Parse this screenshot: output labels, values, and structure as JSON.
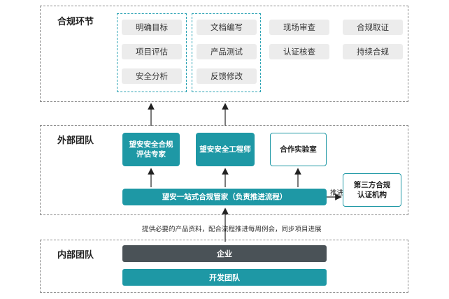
{
  "sections": {
    "compliance": {
      "title": "合规环节"
    },
    "external": {
      "title": "外部团队"
    },
    "internal": {
      "title": "内部团队"
    }
  },
  "compliance_steps": {
    "group1": [
      "明确目标",
      "项目评估",
      "安全分析"
    ],
    "group2": [
      "文档编写",
      "产品测试",
      "反馈修改"
    ],
    "col3": [
      "现场审查",
      "认证核查"
    ],
    "col4": [
      "合规取证",
      "持续合规"
    ]
  },
  "external_team": {
    "expert": {
      "line1": "望安安全合规",
      "line2": "评估专家"
    },
    "engineer": "望安安全工程师",
    "lab": "合作实验室",
    "manager": "望安一站式合规管家（负责推进流程）",
    "push_label": "推进",
    "third_party": {
      "line1": "第三方合规",
      "line2": "认证机构"
    }
  },
  "flow_note": "提供必要的产品资料，配合流程推进每周例会，同步项目进展",
  "internal_team": {
    "enterprise": "企业",
    "dev_team": "开发团队"
  },
  "colors": {
    "teal": "#1e98a5",
    "dark": "#4a5257",
    "pill": "#ececec"
  }
}
